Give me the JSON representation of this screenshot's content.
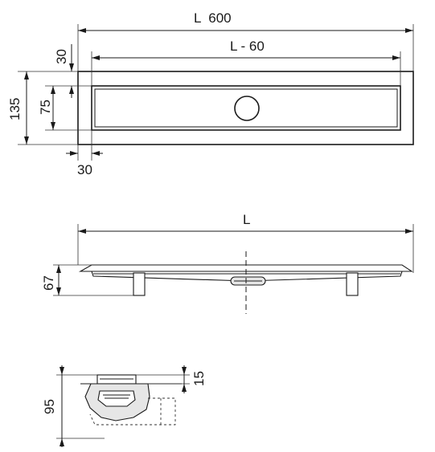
{
  "top_view": {
    "length_label": "L  600",
    "inner_length_label": "L - 60",
    "width_label": "135",
    "grate_width_label": "75",
    "top_offset_label": "30",
    "bottom_offset_label": "30"
  },
  "side_view": {
    "length_label": "L",
    "height_label": "67"
  },
  "section_view": {
    "depth_label": "95",
    "frame_label": "15"
  }
}
